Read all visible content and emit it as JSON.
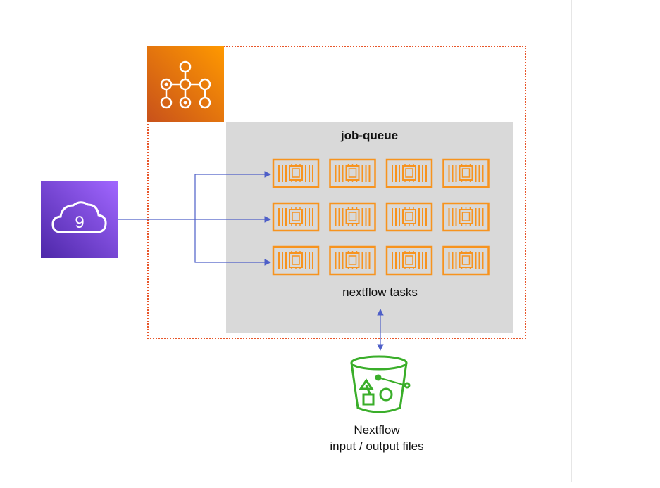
{
  "queue": {
    "title": "job-queue",
    "tasks_label": "nextflow tasks"
  },
  "storage": {
    "line1": "Nextflow",
    "line2": "input / output files"
  },
  "cloud9": {
    "glyph": "9"
  },
  "icons": {
    "batch": "aws-batch-icon",
    "cloud9": "aws-cloud9-icon",
    "task": "ec2-instance-icon",
    "storage": "s3-bucket-icon"
  },
  "colors": {
    "boundary": "#e8562a",
    "batch_tile": "#d45b07",
    "cloud9_tile": "#6b3fd4",
    "task_orange": "#f7931e",
    "queue_panel": "#d9d9d9",
    "s3_green": "#3aae2a",
    "connector": "#4e5fc8"
  },
  "task_grid": {
    "rows": 3,
    "columns": 4
  }
}
